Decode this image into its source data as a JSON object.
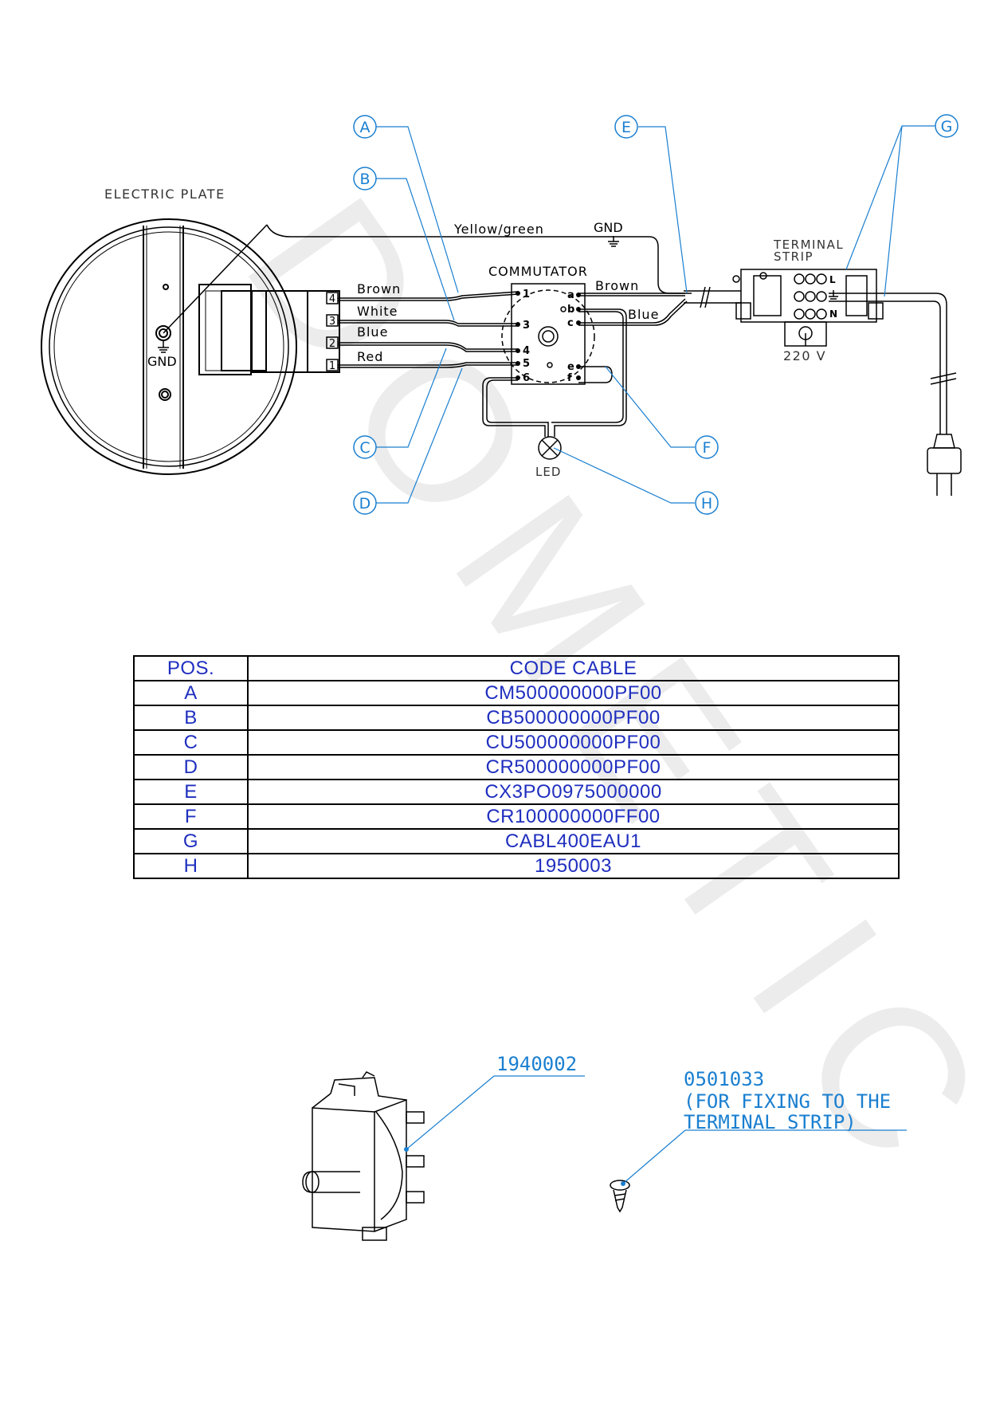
{
  "watermark": "DOMETIC",
  "diagram": {
    "electric_plate_label": "ELECTRIC PLATE",
    "plate_gnd_label": "GND",
    "gnd_label": "GND",
    "ground_wire_label": "Yellow/green",
    "commutator_label": "COMMUTATOR",
    "terminal_strip_label_1": "TERMINAL",
    "terminal_strip_label_2": "STRIP",
    "voltage_label": "220 V",
    "led_label": "LED",
    "plate_terminals": [
      "4",
      "3",
      "2",
      "1"
    ],
    "wires_left": [
      "Brown",
      "White",
      "Blue",
      "Red"
    ],
    "wires_right": [
      "Brown",
      "Blue"
    ],
    "commutator_pins_left": [
      "1",
      "3",
      "4",
      "5",
      "6"
    ],
    "commutator_pins_right": [
      "a",
      "b",
      "c",
      "e",
      "f"
    ],
    "strip_terminals": [
      "L",
      "N"
    ],
    "callouts": [
      "A",
      "B",
      "C",
      "D",
      "E",
      "F",
      "G",
      "H"
    ]
  },
  "table": {
    "headers": [
      "POS.",
      "CODE CABLE"
    ],
    "rows": [
      [
        "A",
        "CM500000000PF00"
      ],
      [
        "B",
        "CB500000000PF00"
      ],
      [
        "C",
        "CU500000000PF00"
      ],
      [
        "D",
        "CR500000000PF00"
      ],
      [
        "E",
        "CX3PO0975000000"
      ],
      [
        "F",
        "CR100000000FF00"
      ],
      [
        "G",
        "CABL400EAU1"
      ],
      [
        "H",
        "1950003"
      ]
    ]
  },
  "parts": {
    "commutator_part": "1940002",
    "screw_part": "0501033",
    "screw_note_1": "(FOR FIXING TO THE",
    "screw_note_2": "TERMINAL STRIP)"
  },
  "colors": {
    "callout": "#1a7fd0",
    "table_text": "#1f2fbf",
    "line": "#000000",
    "watermark": "#ececec"
  }
}
